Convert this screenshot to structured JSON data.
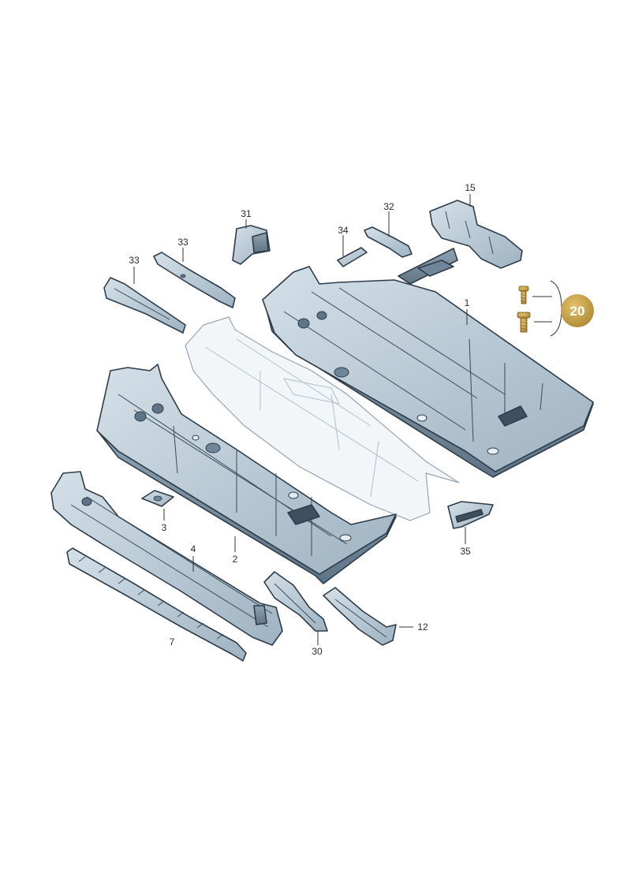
{
  "colors": {
    "part_light": "#c8d6e0",
    "part_mid": "#9fb3c2",
    "part_dark": "#6f8598",
    "ghost": "#f3f6f8",
    "badge": "#c8a24a"
  },
  "labels": {
    "p1": "1",
    "p2": "2",
    "p3": "3",
    "p4": "4",
    "p7": "7",
    "p12": "12",
    "p15": "15",
    "p30": "30",
    "p31": "31",
    "p32": "32",
    "p33a": "33",
    "p33b": "33",
    "p34": "34",
    "p35": "35"
  },
  "badge": {
    "text": "20"
  }
}
